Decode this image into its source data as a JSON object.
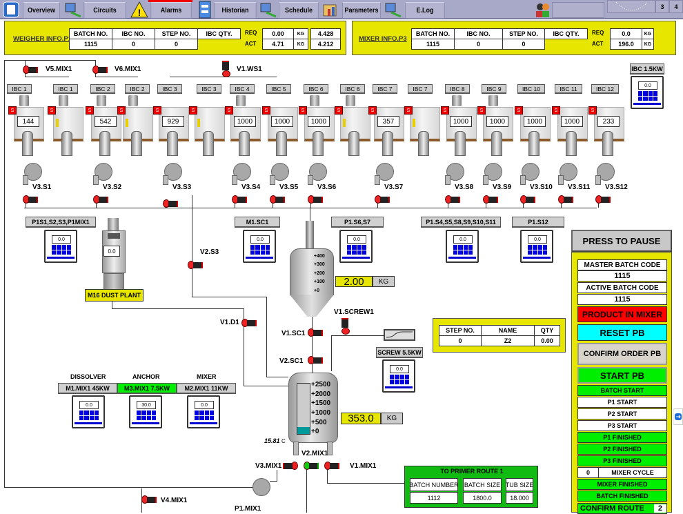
{
  "nav": {
    "tabs": [
      {
        "label": "Overview",
        "icon": "app-logo-icon"
      },
      {
        "label": "Circuits",
        "icon": "monitor-tool-icon"
      },
      {
        "label": "Alarms",
        "icon": "warning-icon"
      },
      {
        "label": "Historian",
        "icon": "file-cabinet-icon"
      },
      {
        "label": "Schedule",
        "icon": "monitor-tool-icon"
      },
      {
        "label": "Parameters",
        "icon": "chart-folder-icon"
      },
      {
        "label": "E.Log",
        "icon": "monitor-tool-icon"
      }
    ],
    "users_icon": "users-icon",
    "page_buttons": [
      "3",
      "4"
    ]
  },
  "weigher": {
    "title": "WEIGHER INFO.P1",
    "headers": [
      "BATCH NO.",
      "IBC NO.",
      "STEP  NO.",
      "IBC QTY."
    ],
    "values": [
      "1115",
      "0",
      "0"
    ],
    "req_label": "REQ",
    "act_label": "ACT",
    "req_value": "0.00",
    "act_value": "4.71",
    "unit": "KG",
    "extra_req": "4.428",
    "extra_act": "4.212"
  },
  "mixer_info": {
    "title": "MIXER INFO.P3",
    "headers": [
      "BATCH NO.",
      "IBC NO.",
      "STEP  NO.",
      "IBC QTY."
    ],
    "values": [
      "1115",
      "0",
      "0"
    ],
    "req_label": "REQ",
    "act_label": "ACT",
    "req_value": "0.0",
    "act_value": "196.0",
    "unit": "KG"
  },
  "valves_top": {
    "v5": "V5.MIX1",
    "v6": "V6.MIX1",
    "ws1": "V1.WS1"
  },
  "ibc_tags": [
    "IBC 1",
    "IBC 1",
    "IBC 2",
    "IBC 2",
    "IBC 3",
    "IBC 3",
    "IBC 4",
    "IBC 5",
    "IBC 6",
    "IBC 6",
    "IBC 7",
    "IBC 7",
    "IBC 8",
    "IBC 9",
    "IBC 10",
    "IBC 11",
    "IBC 12"
  ],
  "ibc_values": [
    "144",
    "",
    "542",
    "",
    "929",
    "",
    "1000",
    "1000",
    "1000",
    "",
    "357",
    "",
    "1000",
    "1000",
    "1000",
    "1000",
    "233"
  ],
  "ibc_status_label": "S",
  "ibc_drive": {
    "label": "IBC 1.5KW",
    "value": "0.0"
  },
  "pump_valves": [
    "V3.S1",
    "V3.S2",
    "V3.S3",
    "V3.S4",
    "V3.S5",
    "V3.S6",
    "V3.S7",
    "V3.S8",
    "V3.S9",
    "V3.S10",
    "V3.S11",
    "V3.S12"
  ],
  "drives": [
    {
      "label": "P1S1,S2,S3,P1MIX1",
      "value": "0.0"
    },
    {
      "label": "M1.SC1",
      "value": "0.0"
    },
    {
      "label": "P1.S6,S7",
      "value": "0.0"
    },
    {
      "label": "P1.S4,S5,S8,S9,S10,S11",
      "value": "0.0"
    },
    {
      "label": "P1.S12",
      "value": "0.0"
    }
  ],
  "dust_plant": {
    "label": "M16 DUST PLANT",
    "value": "0.0"
  },
  "v2s3": "V2.S3",
  "v1d1": "V1.D1",
  "weigh_vessel": {
    "scale": [
      "+400",
      "+300",
      "+200",
      "+100",
      "+0"
    ],
    "value": "2.00",
    "unit": "KG"
  },
  "screw": {
    "v1sc1": "V1.SC1",
    "v2sc1": "V2.SC1",
    "v1screw1": "V1.SCREW1",
    "drive_label": "SCREW 5.5KW",
    "drive_value": "0.0"
  },
  "step_table": {
    "headers": [
      "STEP NO.",
      "NAME",
      "QTY"
    ],
    "values": [
      "0",
      "Z2",
      "0.00"
    ]
  },
  "mixer_drives": [
    {
      "title": "DISSOLVER",
      "label": "M1.MIX1 45KW",
      "value": "0.0",
      "active": false
    },
    {
      "title": "ANCHOR",
      "label": "M3.MIX1 7.5KW",
      "value": "30.0",
      "active": true
    },
    {
      "title": "MIXER",
      "label": "M2.MIX1 11KW",
      "value": "0.0",
      "active": false
    }
  ],
  "mixer_vessel": {
    "scale": [
      "+2500",
      "+2000",
      "+1500",
      "+1000",
      "+500",
      "+0"
    ],
    "level_fraction": 0.14,
    "value": "353.0",
    "unit": "KG",
    "temperature": "15.81",
    "temp_unit": "C",
    "outlet_valve": "V2.MIX1"
  },
  "bottom": {
    "v3mix1": "V3.MIX1",
    "v1mix1": "V1.MIX1",
    "v4mix1": "V4.MIX1",
    "p1mix1": "P1.MIX1"
  },
  "route": {
    "title": "TO PRIMER ROUTE 1",
    "headers": [
      "BATCH NUMBER",
      "BATCH SIZE",
      "TUB SIZE"
    ],
    "values": [
      "1112",
      "1800.0",
      "18.000"
    ]
  },
  "control": {
    "pause": "PRESS TO PAUSE",
    "master_label": "MASTER BATCH CODE",
    "master_value": "1115",
    "active_label": "ACTIVE BATCH CODE",
    "active_value": "1115",
    "product_in_mixer": "PRODUCT IN MIXER",
    "reset": "RESET PB",
    "confirm_order": "CONFIRM ORDER PB",
    "start": "START PB",
    "batch_start": "BATCH START",
    "p1_start": "P1 START",
    "p2_start": "P2 START",
    "p3_start": "P3 START",
    "p1_finished": "P1 FINISHED",
    "p2_finished": "P2 FINISHED",
    "p3_finished": "P3 FINISHED",
    "mixer_cycle_value": "0",
    "mixer_cycle": "MIXER CYCLE",
    "mixer_finished": "MIXER FINISHED",
    "batch_finished": "BATCH FINISHED",
    "confirm_route": "CONFIRM ROUTE",
    "confirm_route_value": "2"
  },
  "colors": {
    "panel_yellow": "#e6e600",
    "active_green": "#00ee00",
    "alarm_red": "#ff0000",
    "reset_cyan": "#00ffff",
    "drive_blue": "#0000e0"
  }
}
